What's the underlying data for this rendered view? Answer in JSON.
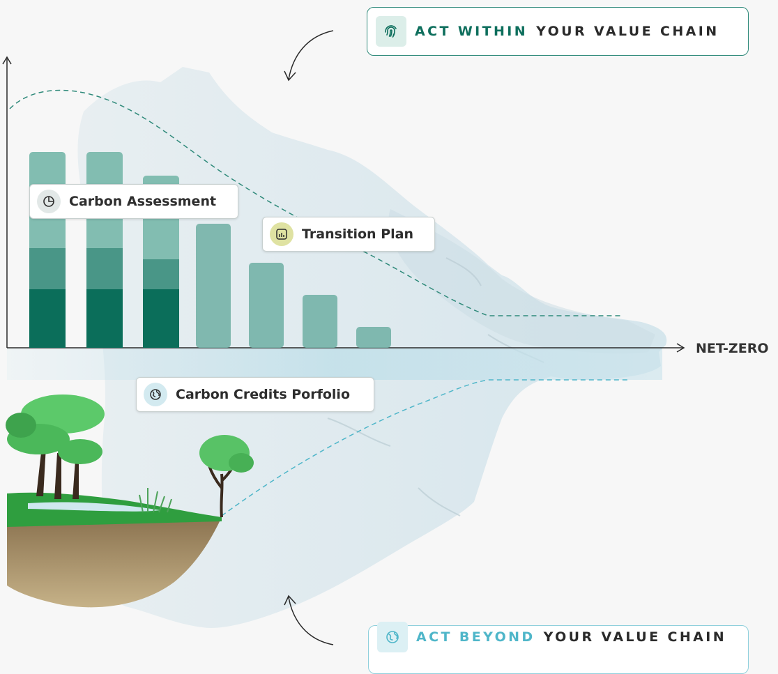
{
  "badges": {
    "within": {
      "highlight": "ACT WITHIN",
      "rest": "YOUR VALUE CHAIN",
      "icon": "fingerprint-icon",
      "accent": "#0d6e5c"
    },
    "beyond": {
      "highlight": "ACT BEYOND",
      "rest": "YOUR VALUE CHAIN",
      "icon": "globe-icon",
      "accent": "#4fb6c9"
    }
  },
  "cards": {
    "assessment": {
      "label": "Carbon Assessment",
      "icon": "pie-chart-icon"
    },
    "transition": {
      "label": "Transition Plan",
      "icon": "bar-chart-icon"
    },
    "credits": {
      "label": "Carbon Credits Porfolio",
      "icon": "globe-icon"
    }
  },
  "axis": {
    "x_end_label": "NET-ZERO"
  },
  "colors": {
    "dark_green": "#0b6e5a",
    "mid_green": "#3f8f80",
    "light_green": "#82bdb1",
    "ice": "#dbe9ee",
    "grass": "#2f9e3f",
    "soil": "#b8a47c"
  }
}
